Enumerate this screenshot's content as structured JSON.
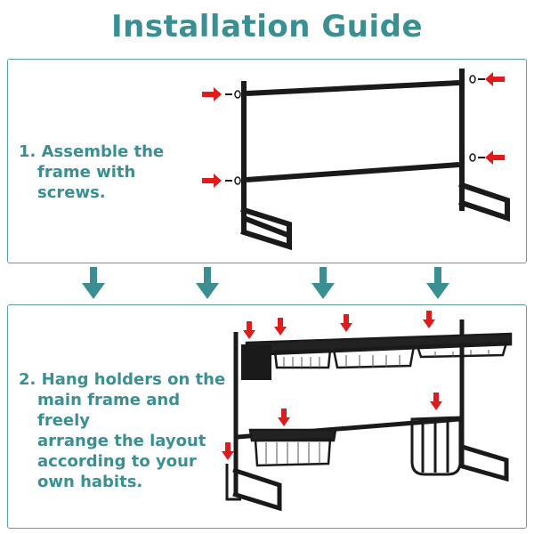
{
  "title": "Installation Guide",
  "step1": {
    "lines": [
      "1. Assemble the",
      "frame with screws."
    ]
  },
  "step2": {
    "lines": [
      "2. Hang holders on the",
      "main frame and freely",
      "arrange the layout",
      "according to your",
      "own habits."
    ]
  },
  "colors": {
    "teal": "#3a8f93",
    "border": "#5aa3a6",
    "frame": "#1a1a1a",
    "red_arrow": "#e01b1b"
  },
  "icons": {
    "down_arrow": "down-arrow-icon",
    "red_arrow": "red-arrow-icon",
    "screw": "screw-icon"
  }
}
